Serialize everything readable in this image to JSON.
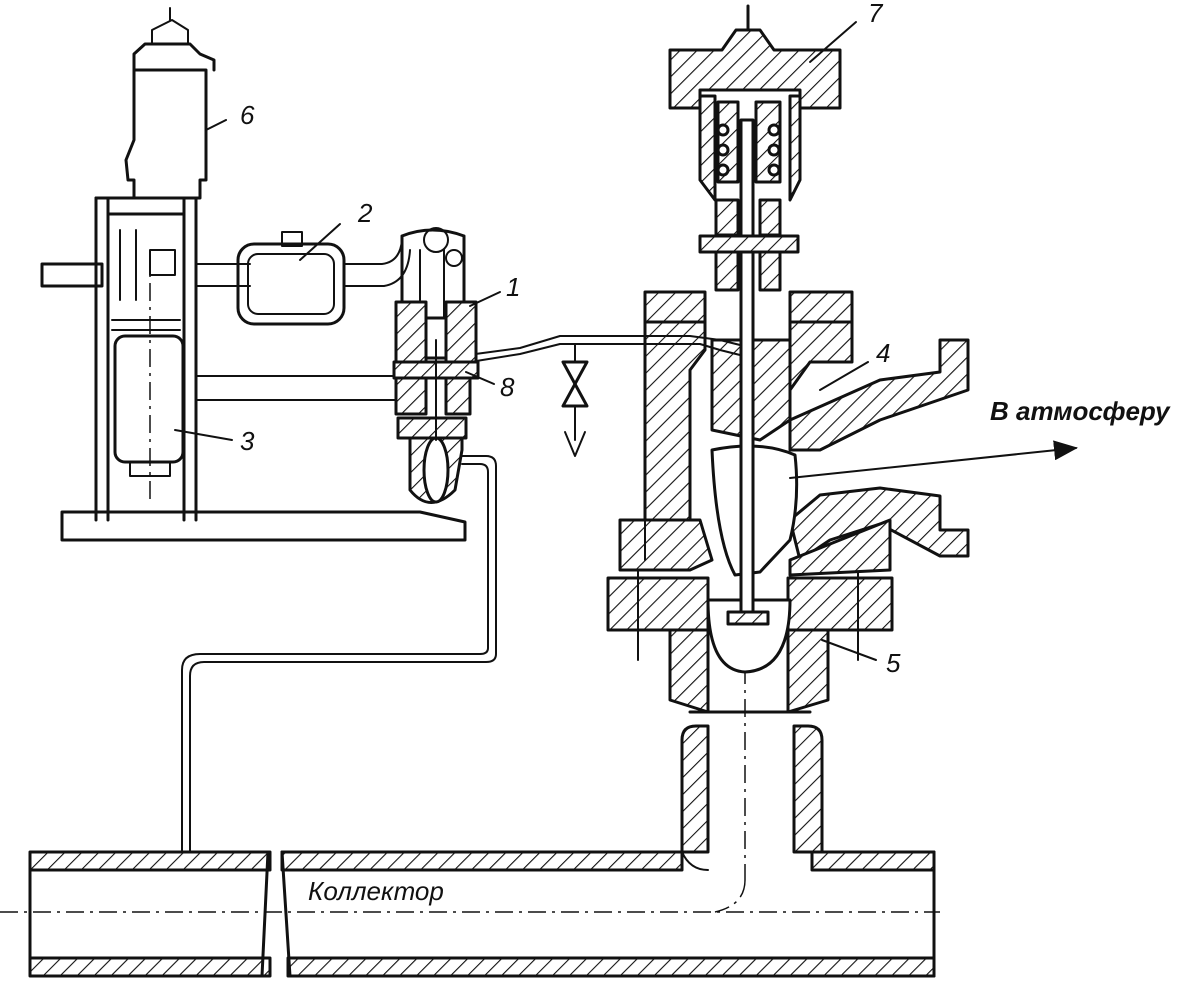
{
  "labels": {
    "part_1": "1",
    "part_2": "2",
    "part_3": "3",
    "part_4": "4",
    "part_5": "5",
    "part_6": "6",
    "part_7": "7",
    "part_8": "8",
    "to_atmosphere": "В атмосферу",
    "collector": "Коллектор"
  },
  "colors": {
    "ink": "#111111",
    "paper": "#ffffff"
  }
}
